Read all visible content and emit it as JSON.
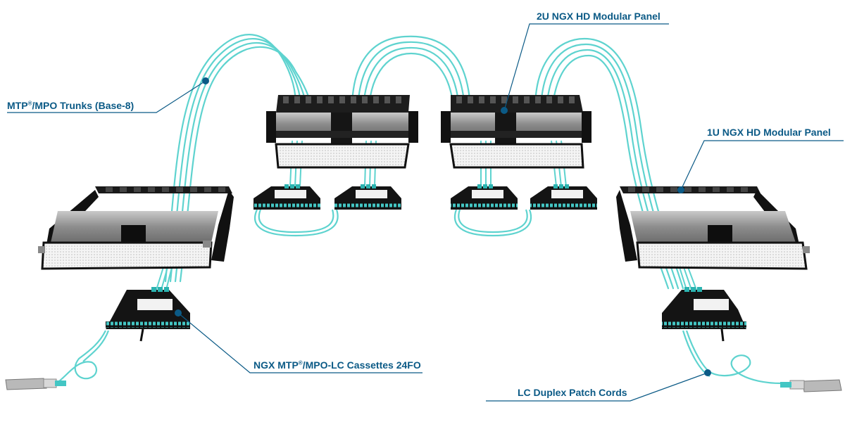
{
  "labels": {
    "trunks_a": "MTP",
    "trunks_reg": "®",
    "trunks_b": "/MPO Trunks (Base-8)",
    "panel_2u": "2U NGX HD Modular Panel",
    "panel_1u": "1U NGX HD Modular Panel",
    "cassettes_a": "NGX MTP",
    "cassettes_reg": "®",
    "cassettes_b": "/MPO-LC Cassettes 24FO",
    "patch_cords": "LC Duplex Patch Cords"
  },
  "colors": {
    "fiber": "#5ed3cf",
    "fiber_dark": "#2bb3b0",
    "callout": "#0b5a86",
    "panel_black": "#1a1a1a",
    "panel_steel": "#9c9c9c",
    "port_aqua": "#43c6c4"
  }
}
